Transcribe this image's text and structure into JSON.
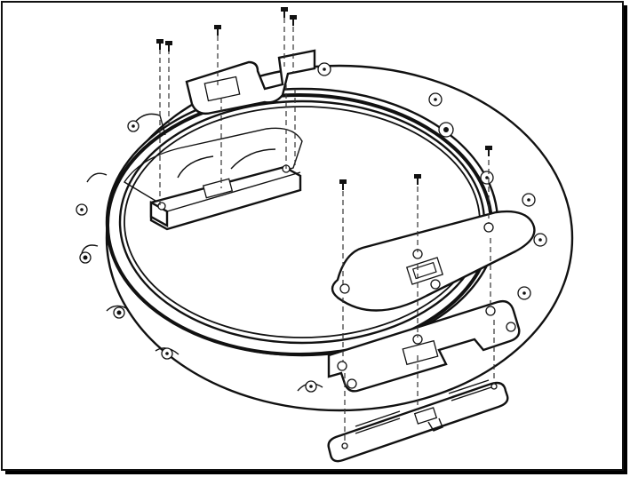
{
  "illustration": {
    "kind": "exploded-assembly",
    "parts": [
      "mounting-ring",
      "inner-disc",
      "bracket-block",
      "cover-plate",
      "bottom-bracket",
      "screws"
    ],
    "colors": {
      "line": "#111111",
      "background": "#ffffff",
      "frame_shadow": "#000000"
    }
  }
}
